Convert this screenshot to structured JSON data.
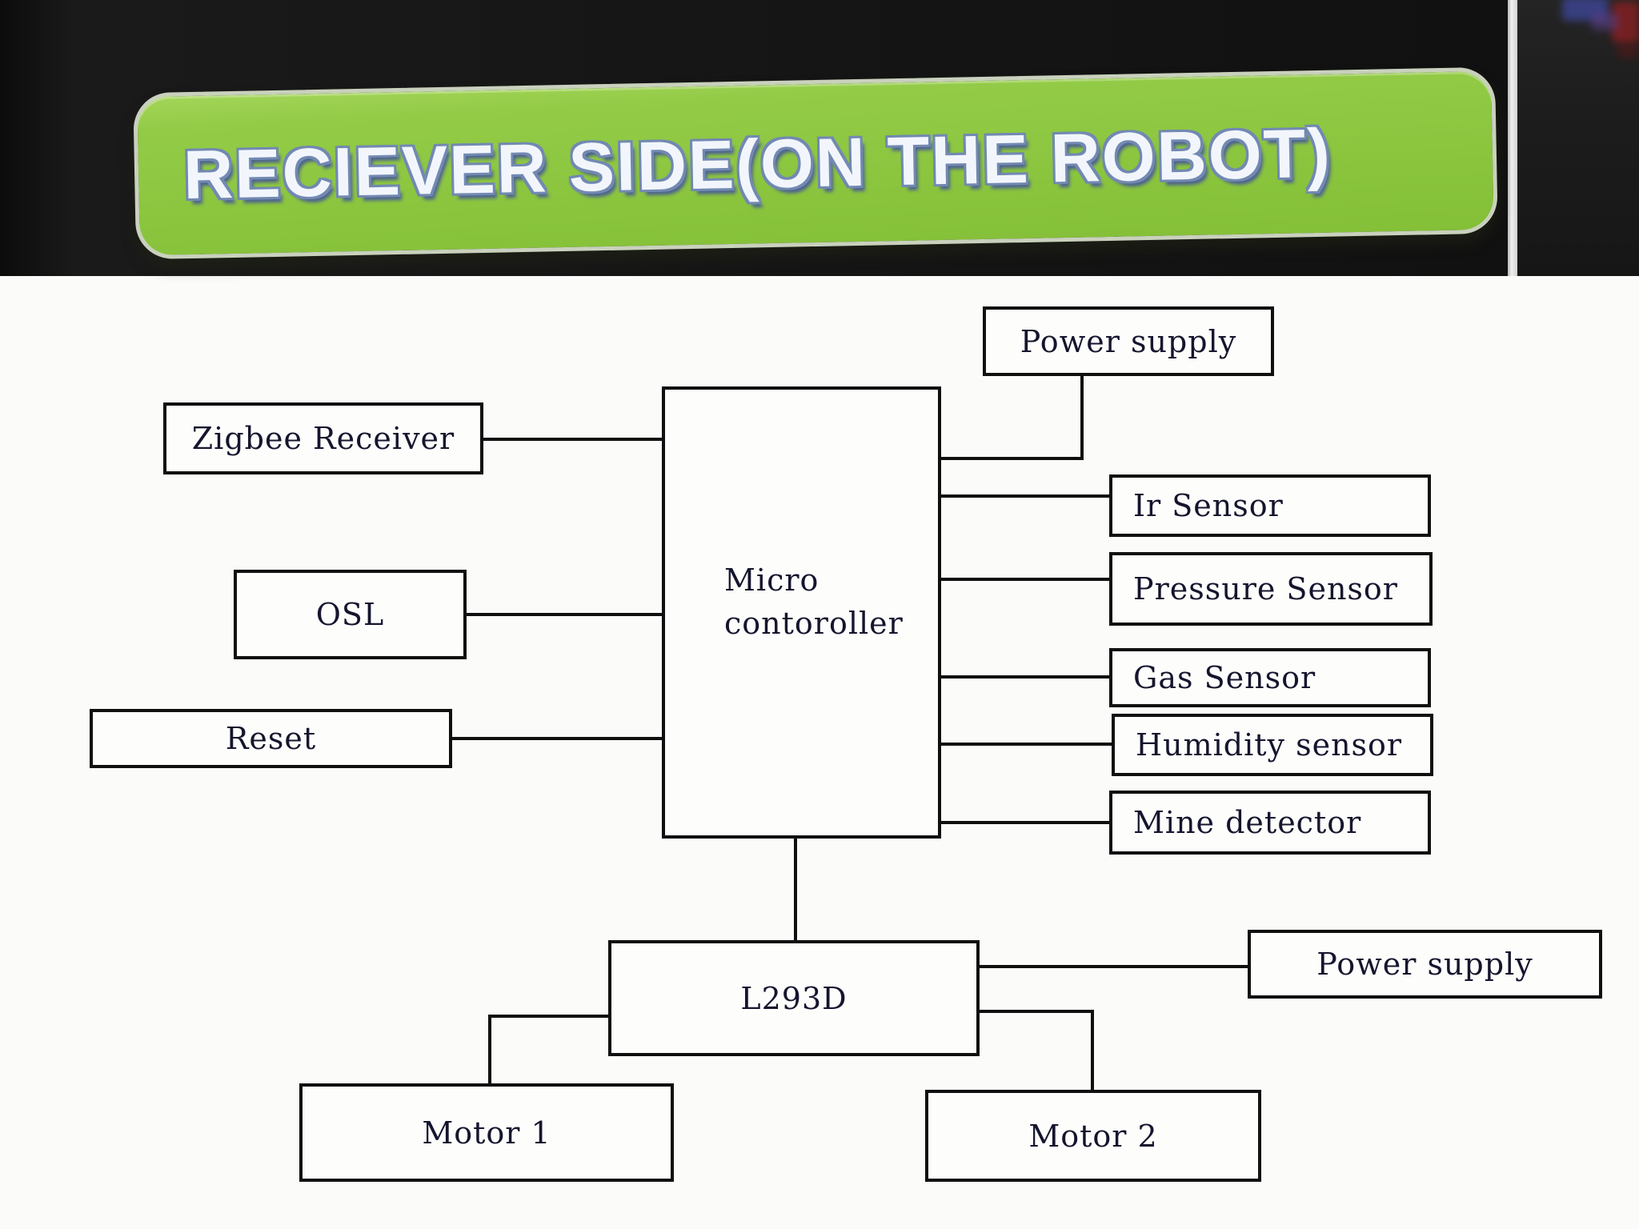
{
  "banner": {
    "title": "RECIEVER SIDE(ON THE ROBOT)",
    "bg_color": "#8cc63f",
    "text_color": "#f2f6fc",
    "outline_color": "#7289b2"
  },
  "diagram": {
    "background": "#fbfbfa",
    "line_color": "#101010",
    "nodes": {
      "power_top": {
        "label": "Power supply"
      },
      "zigbee": {
        "label": "Zigbee Receiver"
      },
      "micro": {
        "label": "Micro contoroller",
        "label_lines": [
          "Micro",
          "contoroller"
        ]
      },
      "ir": {
        "label": "Ir Sensor"
      },
      "pressure": {
        "label": "Pressure Sensor"
      },
      "gas": {
        "label": "Gas Sensor"
      },
      "humidity": {
        "label": "Humidity sensor"
      },
      "mine": {
        "label": "Mine detector"
      },
      "osl": {
        "label": "OSL"
      },
      "reset": {
        "label": "Reset"
      },
      "l293d": {
        "label": "L293D"
      },
      "power_bottom": {
        "label": "Power supply"
      },
      "motor1": {
        "label": "Motor 1"
      },
      "motor2": {
        "label": "Motor 2"
      }
    },
    "edges": [
      {
        "from": "zigbee",
        "to": "micro"
      },
      {
        "from": "osl",
        "to": "micro"
      },
      {
        "from": "reset",
        "to": "micro"
      },
      {
        "from": "power_top",
        "to": "micro"
      },
      {
        "from": "micro",
        "to": "ir"
      },
      {
        "from": "micro",
        "to": "pressure"
      },
      {
        "from": "micro",
        "to": "gas"
      },
      {
        "from": "micro",
        "to": "humidity"
      },
      {
        "from": "micro",
        "to": "mine"
      },
      {
        "from": "micro",
        "to": "l293d"
      },
      {
        "from": "l293d",
        "to": "power_bottom"
      },
      {
        "from": "l293d",
        "to": "motor1"
      },
      {
        "from": "l293d",
        "to": "motor2"
      }
    ]
  }
}
